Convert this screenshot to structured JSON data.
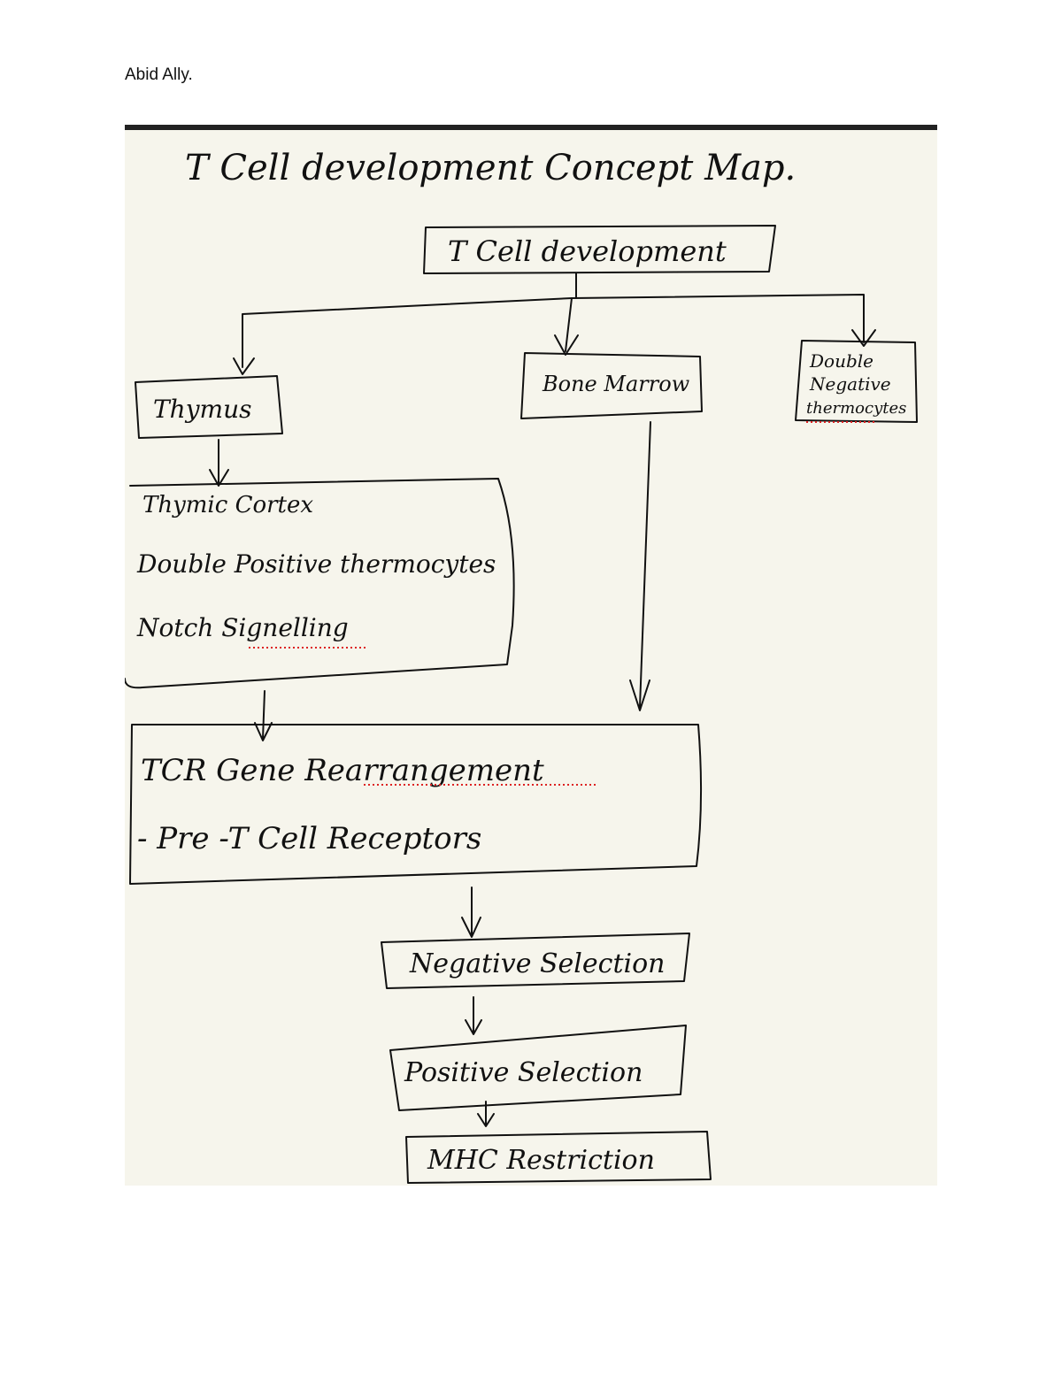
{
  "author": "Abid Ally.",
  "diagram": {
    "title": "T Cell development Concept Map.",
    "root": "T Cell development",
    "thymus": "Thymus",
    "bone_marrow": "Bone Marrow",
    "double_negative": [
      "Double",
      "Negative",
      "thermocytes"
    ],
    "cortex_box": [
      "Thymic Cortex",
      "Double Positive thermocytes",
      "Notch Signelling"
    ],
    "tcr_box": [
      "TCR Gene Rearrangement",
      "- Pre -T Cell Receptors"
    ],
    "negative_selection": "Negative Selection",
    "positive_selection": "Positive Selection",
    "mhc_restriction": "MHC Restriction"
  }
}
